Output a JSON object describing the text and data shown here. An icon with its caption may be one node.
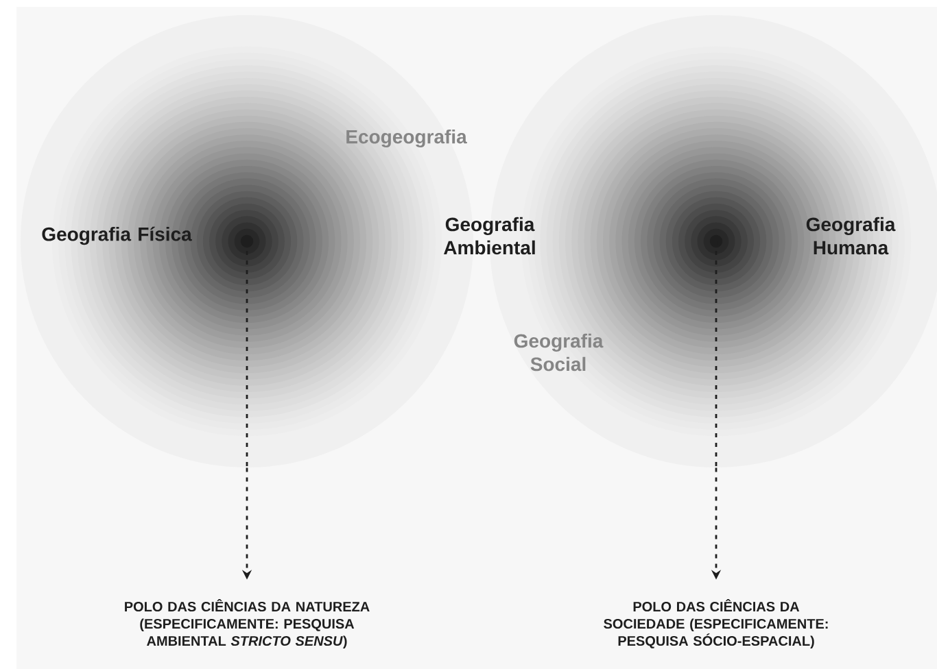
{
  "diagram": {
    "nodes": [
      {
        "text": [],
        "shape": "circle"
      },
      {
        "text": [],
        "shape": "circle"
      },
      {
        "text": [
          "POLO DAS CIÊNCIAS DA NATUREZA (ESPECIFICAMENTE: PESQUISA AMBIENTAL *STRICTO SENSU*)"
        ]
      },
      {
        "text": [
          "POLO DAS CIÊNCIAS DA SOCIEDADE (ESPECIFICAMENTE: PESQUISA SÓCIO-ESPACIAL)"
        ]
      }
    ],
    "edges": [
      {
        "from": 0,
        "to": 2,
        "arrow": "to",
        "style": "dashed"
      },
      {
        "from": 1,
        "to": 3,
        "arrow": "to",
        "style": "dashed"
      }
    ],
    "labels": [
      "Ecogeografia",
      "Geografia Física",
      "Geografia Ambiental",
      "Geografia Humana",
      "Geografia Social"
    ]
  }
}
